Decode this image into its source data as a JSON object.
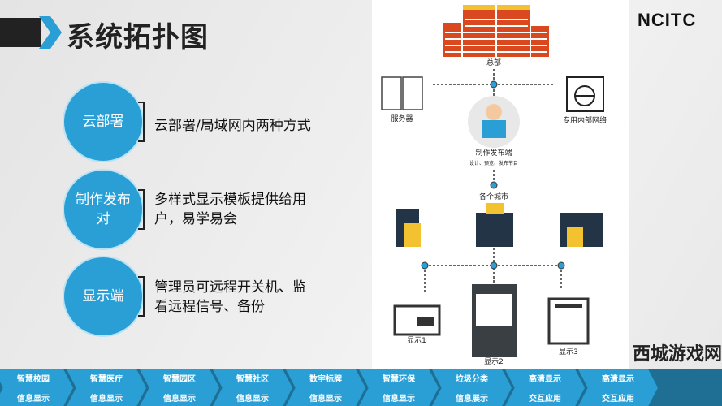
{
  "header": {
    "title": "系统拓扑图",
    "logo": "NCITC"
  },
  "features": [
    {
      "circle": "云部署",
      "desc": "云部署/局域网内两种方式"
    },
    {
      "circle": "制作发布对",
      "desc": "多样式显示模板提供给用户，易学易会"
    },
    {
      "circle": "显示端",
      "desc": "管理员可远程开关机、监看远程信号、备份"
    }
  ],
  "diagram": {
    "hq": "总部",
    "server": "服务器",
    "network": "专用内部网络",
    "producer": "制作发布端",
    "producer_sub": "设计、预览、发布节目",
    "cities": "各个城市",
    "display1": "显示1",
    "display2": "显示2",
    "display3": "显示3"
  },
  "band": [
    {
      "top": "智慧校园",
      "bottom": "信息显示"
    },
    {
      "top": "智慧医疗",
      "bottom": "信息显示"
    },
    {
      "top": "智慧园区",
      "bottom": "信息显示"
    },
    {
      "top": "智慧社区",
      "bottom": "信息显示"
    },
    {
      "top": "数字标牌",
      "bottom": "信息显示"
    },
    {
      "top": "智慧环保",
      "bottom": "信息显示"
    },
    {
      "top": "垃圾分类",
      "bottom": "信息展示"
    },
    {
      "top": "高清显示",
      "bottom": "交互应用"
    },
    {
      "top": "高清显示",
      "bottom": "交互应用"
    }
  ],
  "watermark": "西城游戏网",
  "colors": {
    "accent": "#2a9fd6",
    "dark": "#222222",
    "orange": "#d9481f",
    "yellow": "#f2c230",
    "navy": "#243447"
  }
}
